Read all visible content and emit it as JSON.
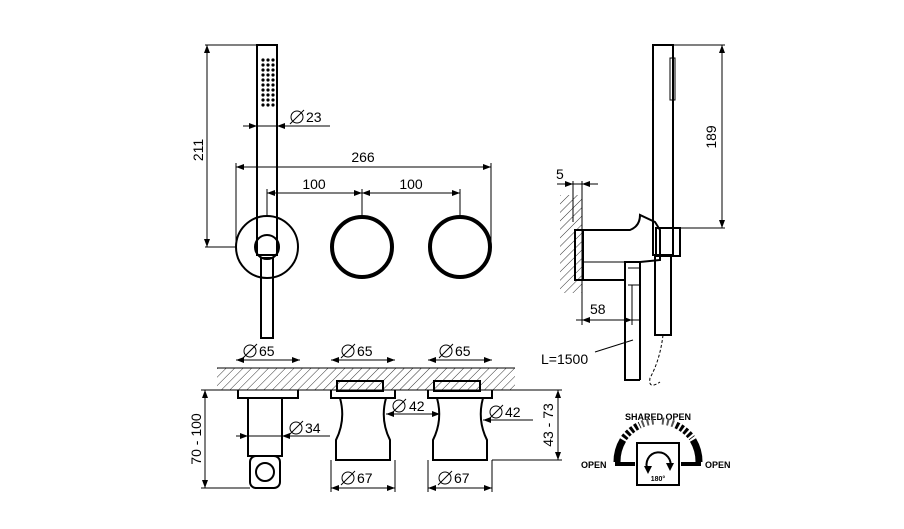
{
  "dimensions": {
    "front": {
      "height_211": "211",
      "dia_23": "23",
      "width_266": "266",
      "spacing_1": "100",
      "spacing_2": "100"
    },
    "side": {
      "gap_5": "5",
      "height_189": "189",
      "depth_58": "58",
      "hose_length": "L=1500"
    },
    "bottom": {
      "dia_65_a": "65",
      "dia_65_b": "65",
      "dia_65_c": "65",
      "dia_34": "34",
      "dia_42_a": "42",
      "dia_42_b": "42",
      "dia_67_a": "67",
      "dia_67_b": "67",
      "range_left": "70 - 100",
      "range_right": "43 - 73"
    }
  },
  "legend": {
    "shared_open": "SHARED OPEN",
    "open_left": "OPEN",
    "open_right": "OPEN",
    "rotation": "180°"
  }
}
